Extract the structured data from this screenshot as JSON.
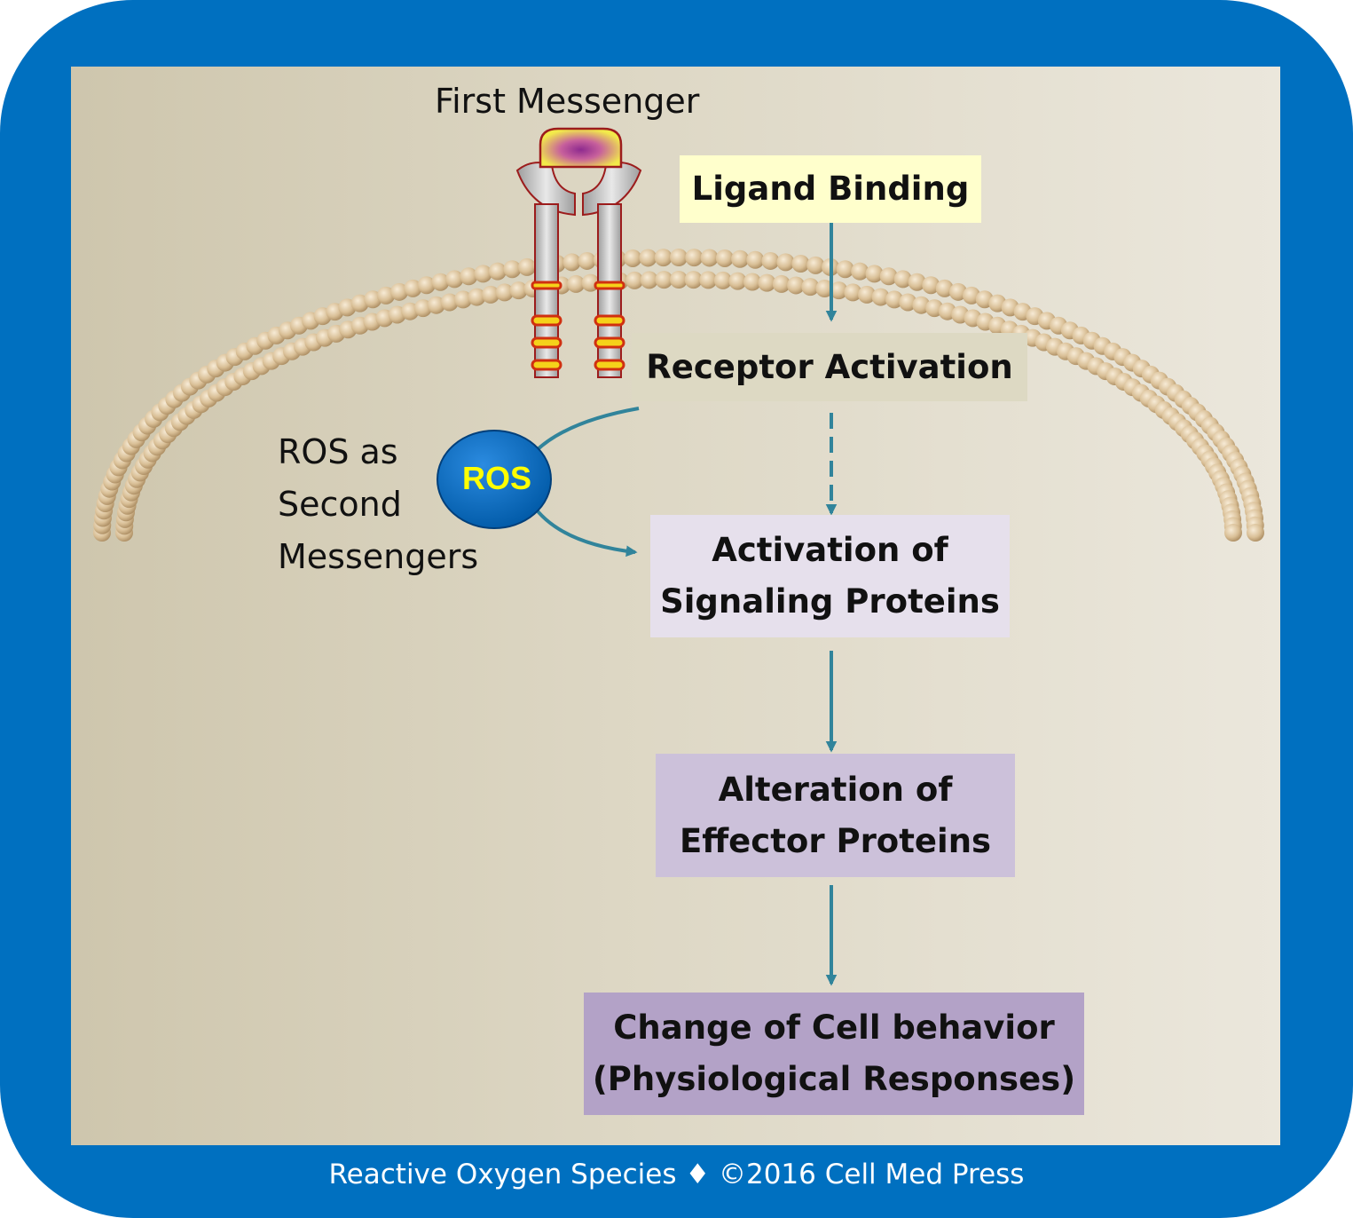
{
  "labels": {
    "first_messenger": "First Messenger",
    "ros_second_messenger": [
      "ROS as",
      "Second",
      "Messengers"
    ],
    "ros_badge": "ROS"
  },
  "steps": {
    "ligand_binding": "Ligand Binding",
    "receptor_activation": "Receptor Activation",
    "signaling_l1": "Activation of",
    "signaling_l2": "Signaling Proteins",
    "effector_l1": "Alteration of",
    "effector_l2": "Effector Proteins",
    "behavior_l1": "Change of Cell behavior",
    "behavior_l2": "(Physiological Responses)"
  },
  "footer": "Reactive Oxygen Species ♦ ©2016 Cell Med Press",
  "colors": {
    "frame": "#0070c0",
    "arrow": "#31849b",
    "ligand_box": "#ffffcc",
    "receptor_box": "#ddd9c3",
    "signaling_box": "#e6e0ec",
    "effector_box": "#ccc1da",
    "behavior_box": "#b3a2c7",
    "ros_badge": "#0070c0",
    "ros_text": "#ffff00"
  }
}
